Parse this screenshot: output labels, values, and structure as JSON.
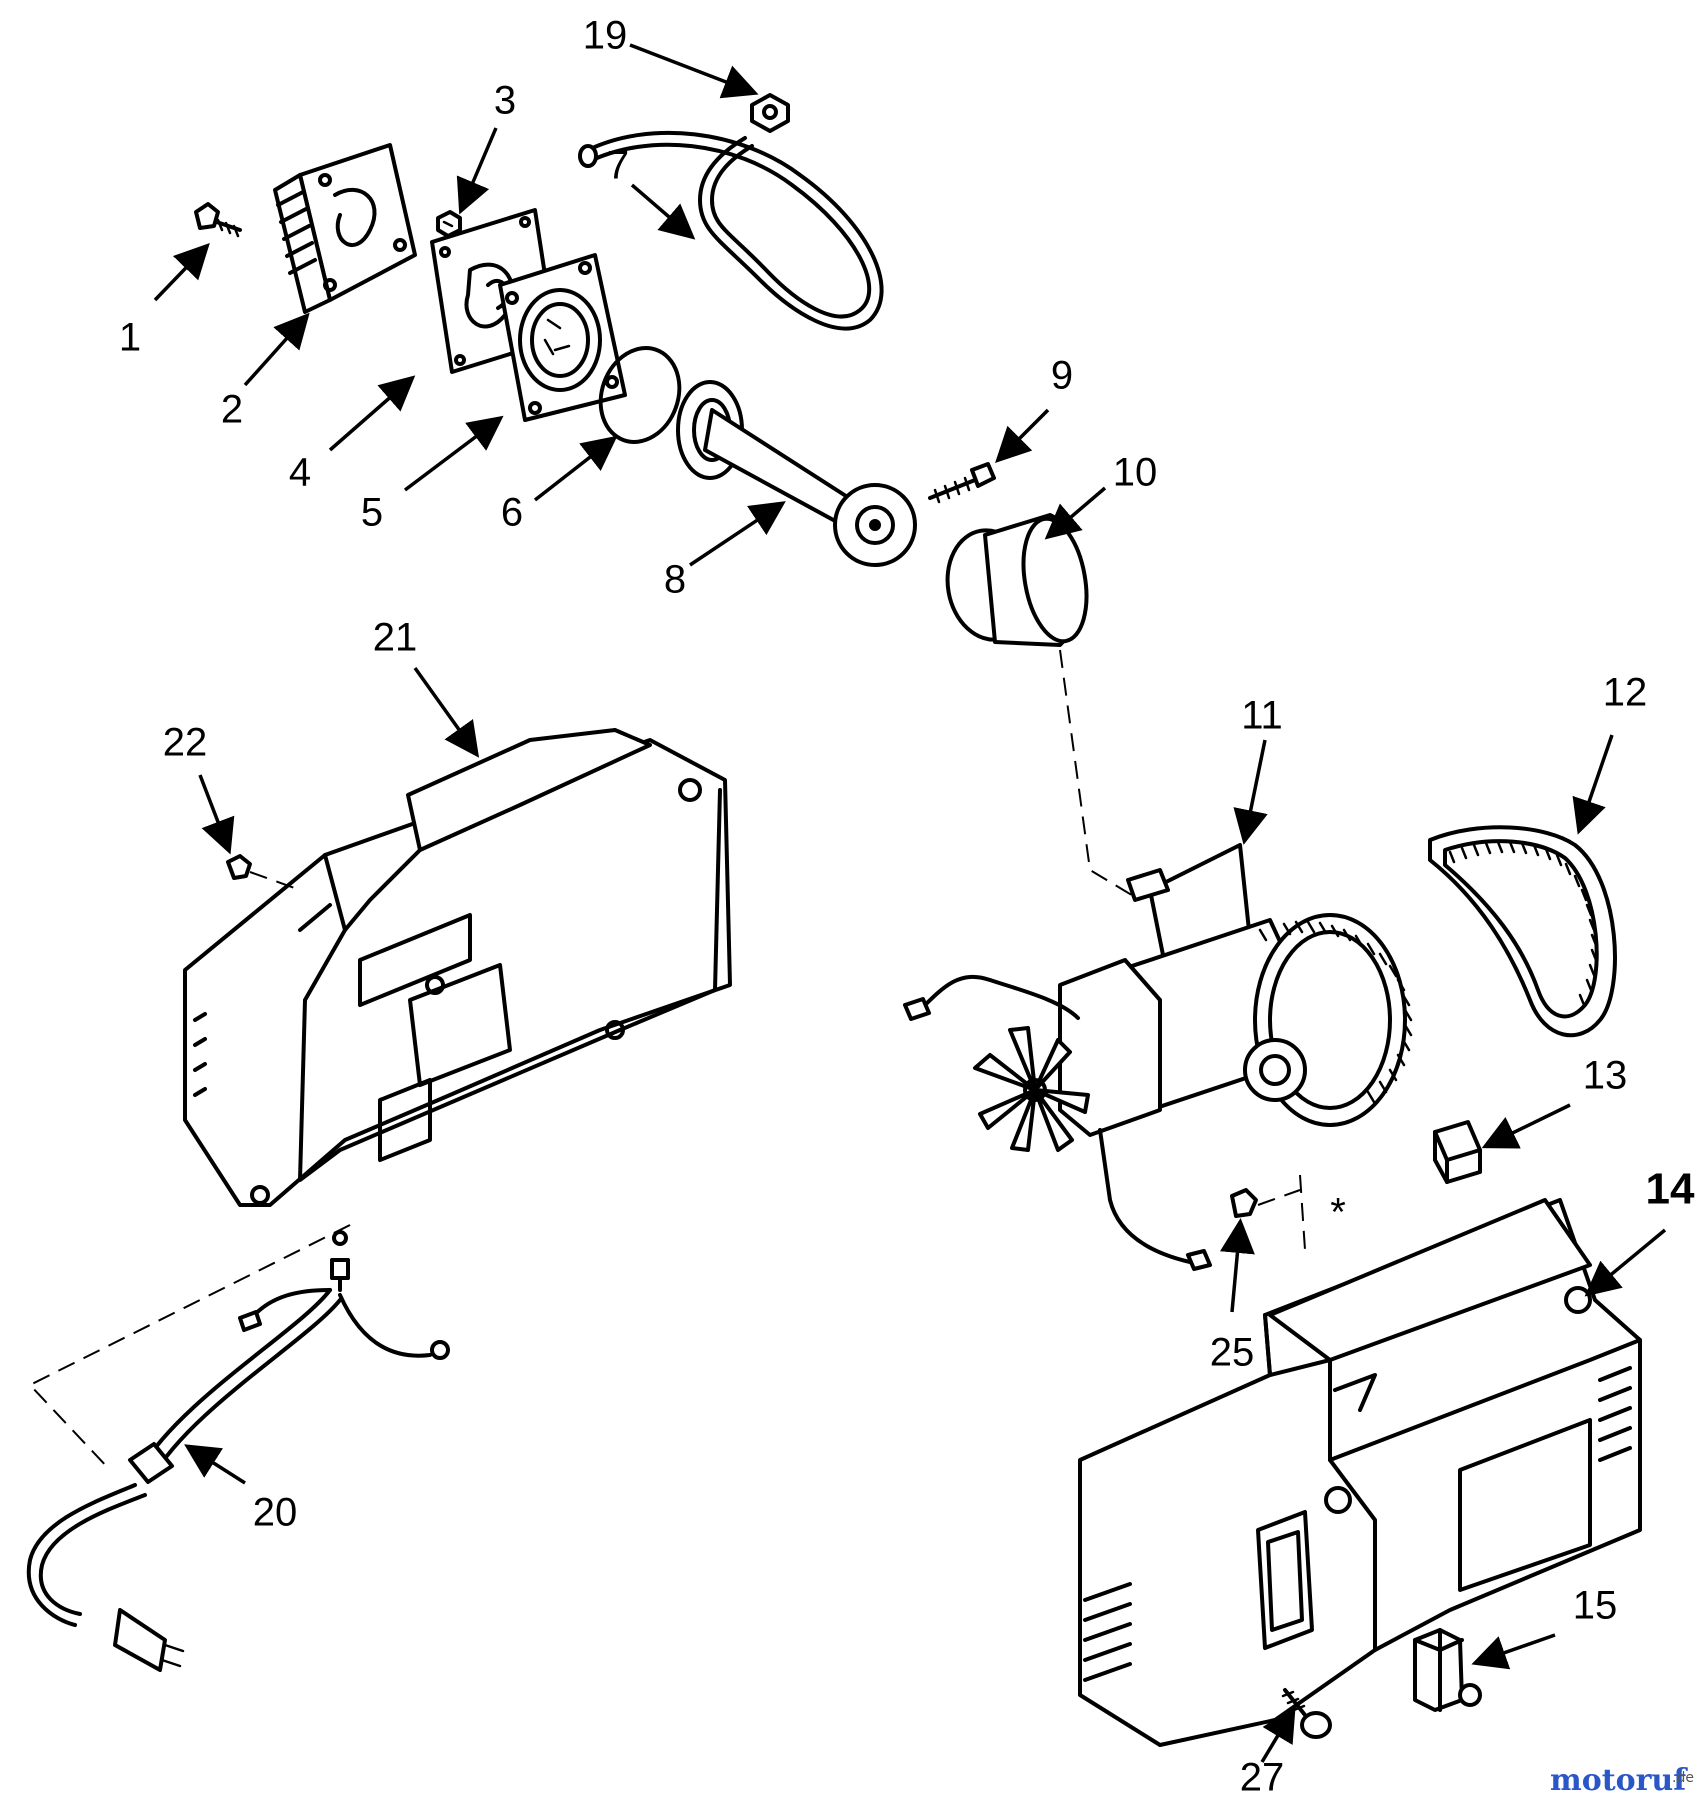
{
  "callouts": {
    "c1": "1",
    "c2": "2",
    "c3": "3",
    "c4": "4",
    "c5": "5",
    "c6": "6",
    "c7": "7",
    "c8": "8",
    "c9": "9",
    "c10": "10",
    "c11": "11",
    "c12": "12",
    "c13": "13",
    "c14": "14",
    "c15": "15",
    "c19": "19",
    "c20": "20",
    "c21": "21",
    "c22": "22",
    "c25": "25",
    "c27": "27",
    "asterisk": "*"
  },
  "watermark": {
    "text": "motoruf",
    "suffix": ".de"
  },
  "colors": {
    "ink": "#000000",
    "background": "#ffffff",
    "watermark_blue": "#2a56c8",
    "watermark_red": "#d8262a",
    "watermark_green": "#2f9a3a",
    "watermark_orange": "#f09a1a"
  }
}
